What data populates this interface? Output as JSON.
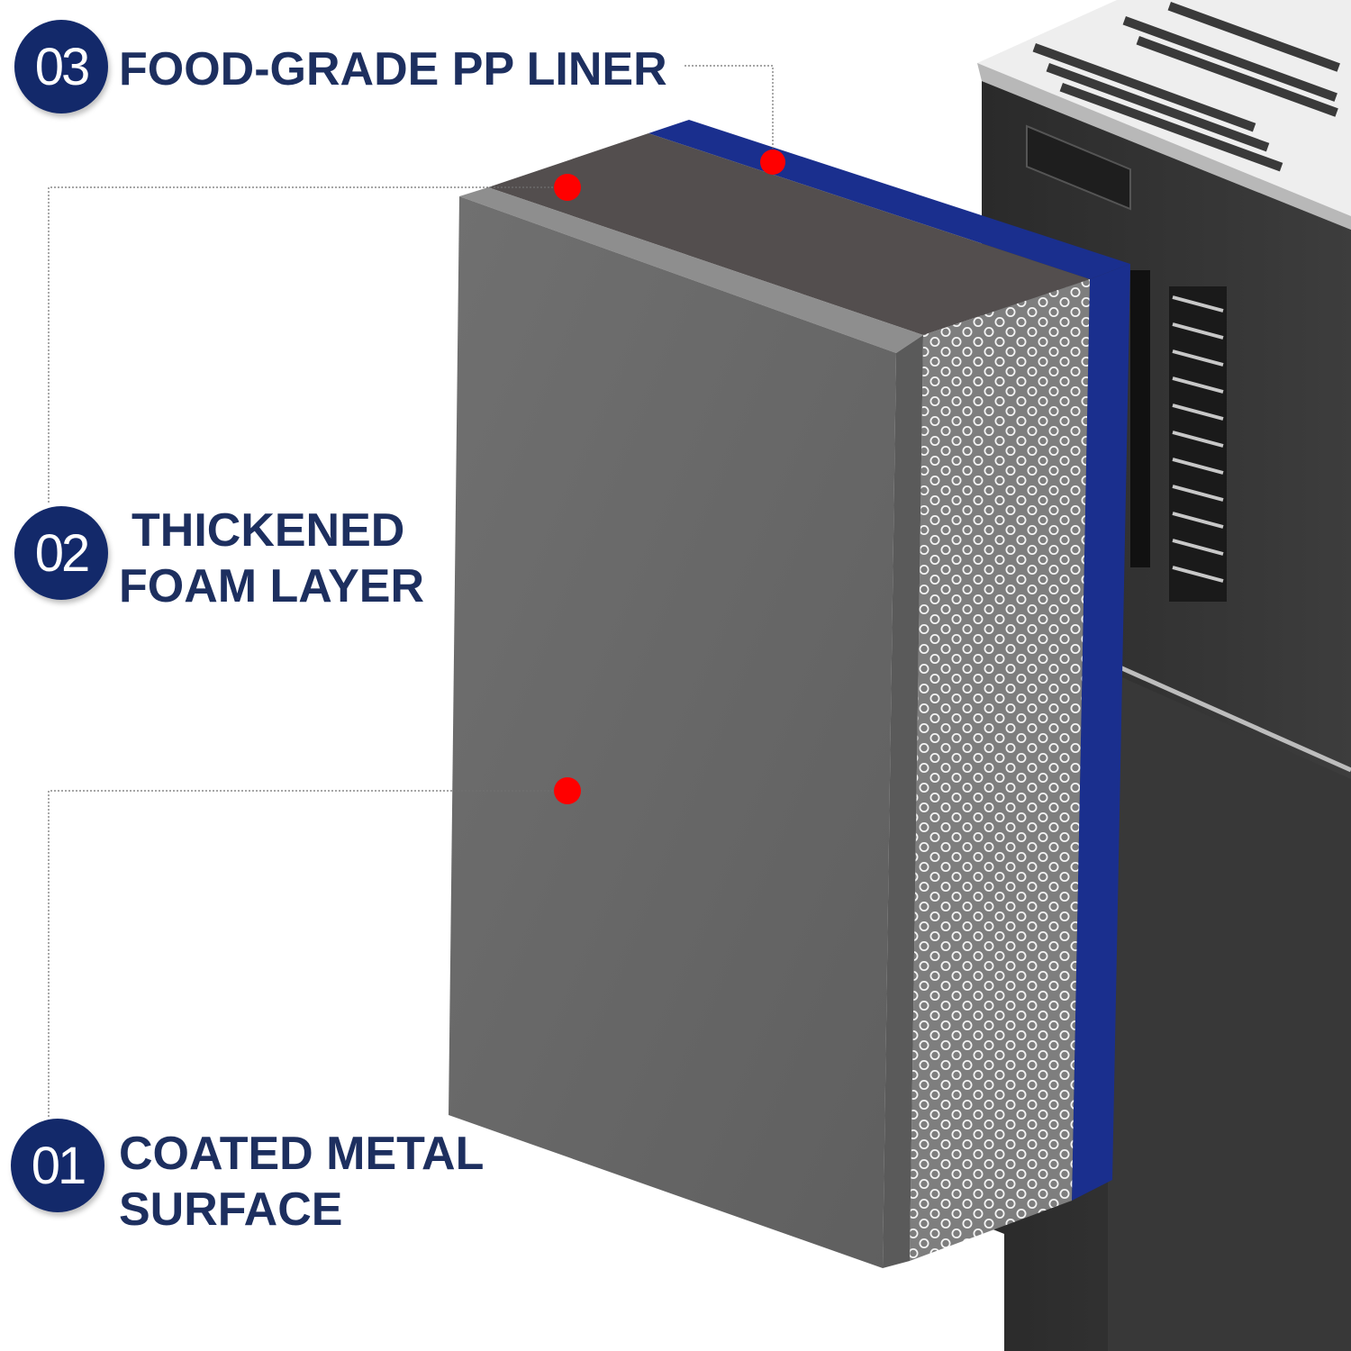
{
  "layers": [
    {
      "number": "03",
      "lines": [
        "FOOD-GRADE PP LINER"
      ]
    },
    {
      "number": "02",
      "lines": [
        "THICKENED",
        "FOAM LAYER"
      ]
    },
    {
      "number": "01",
      "lines": [
        "COATED METAL",
        "SURFACE"
      ]
    }
  ],
  "colors": {
    "badge": "#13296a",
    "label_text": "#1d2f5f",
    "liner": "#1a2f8e",
    "foam_face": "#6b6b6b",
    "marker": "#ff0000"
  }
}
